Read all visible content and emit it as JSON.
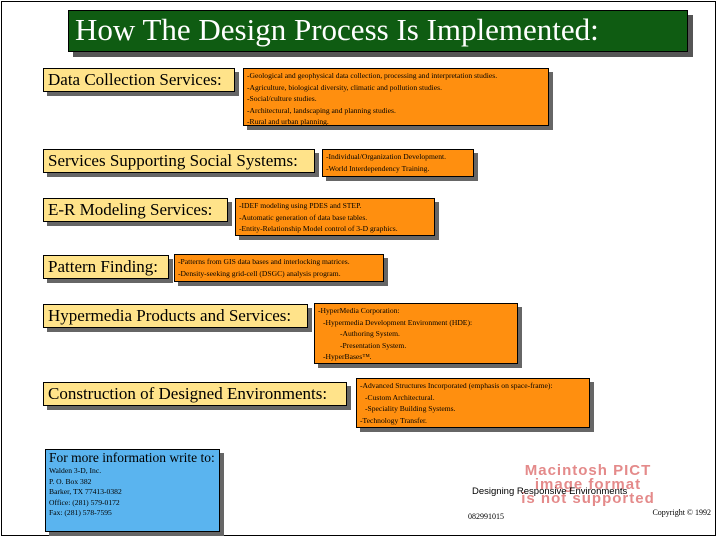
{
  "title": "How The Design Process Is Implemented:",
  "sections": [
    {
      "label": "Data Collection Services:",
      "lines": [
        "-Geological and geophysical data collection, processing and interpretation studies.",
        "-Agriculture, biological diversity, climatic and pollution studies.",
        "-Social/culture studies.",
        "-Architectural, landscaping and planning studies.",
        "-Rural and urban planning."
      ]
    },
    {
      "label": "Services Supporting Social Systems:",
      "lines": [
        "-Individual/Organization Development.",
        "-World Interdependency Training."
      ]
    },
    {
      "label": "E-R Modeling Services:",
      "lines": [
        "-IDEF modeling using PDES and STEP.",
        "-Automatic generation of data base tables.",
        "-Entity-Relationship Model control of 3-D graphics."
      ]
    },
    {
      "label": "Pattern Finding:",
      "lines": [
        "-Patterns from GIS data bases and interlocking matrices.",
        "-Density-seeking grid-cell (DSGC) analysis program."
      ]
    },
    {
      "label": "Hypermedia Products and Services:",
      "lines": [
        "-HyperMedia Corporation:",
        "-Hypermedia Development Environment (HDE):",
        "-Authoring System.",
        "-Presentation System.",
        "-HyperBases™."
      ]
    },
    {
      "label": "Construction of Designed Environments:",
      "lines": [
        "-Advanced Structures Incorporated (emphasis on space-frame):",
        "-Custom Architectural.",
        "-Speciality Building Systems.",
        "-Technology Transfer."
      ]
    }
  ],
  "contact": {
    "heading": "For more information write to:",
    "lines": [
      "Walden 3-D, Inc.",
      "P. O. Box 382",
      "Barker, TX  77413-0382",
      "Office:   (281) 579-0172",
      "Fax:      (281) 578-7595"
    ]
  },
  "pict": {
    "placeholder_lines": [
      "Macintosh PICT",
      "image format",
      "is not supported"
    ],
    "caption": "Designing Responsive Environments",
    "id": "082991015",
    "copyright": "Copyright © 1992"
  }
}
